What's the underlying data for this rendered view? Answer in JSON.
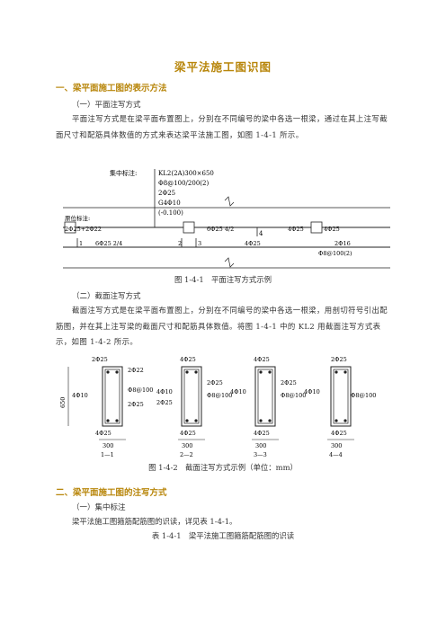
{
  "title": "梁平法施工图识图",
  "section1": {
    "heading": "一、梁平面施工图的表示方法",
    "sub1": "（一）平面注写方式",
    "para1": "平面注写方式是在梁平面布置图上，分别在不同编号的梁中各选一根梁，通过在其上注写截面尺寸和配筋具体数值的方式来表达梁平法施工图，如图 1-4-1 所示。",
    "sub2": "（二）截面注写方式",
    "para2": "截面注写方式是在梁平面布置图上，分别在不同编号的梁中各选一根梁，用剖切符号引出配筋图，并在其上注写梁的截面尺寸和配筋具体数值。将图 1-4-1 中的 KL2 用截面注写方式表示，如图 1-4-2 所示。"
  },
  "figure1": {
    "concentrated_label": "集中标注:",
    "concentrated_lines": [
      "KL2(2A)300×650",
      "Φ8@100/200(2)",
      "2Φ25",
      "G4Φ10",
      "(-0.100)"
    ],
    "original_label": "原位标注:",
    "original_top_left": "2Φ25+2Φ22",
    "mid_top": "6Φ25 4/2",
    "right_top_1": "4Φ25",
    "right_top_2": "4Φ25",
    "bottom_left": "6Φ25 2/4",
    "bottom_mid": "4Φ25",
    "right_bottom_1": "2Φ16",
    "right_bottom_2": "Φ8@100(2)",
    "cut_labels": [
      "1",
      "2",
      "3",
      "4"
    ],
    "caption": "图 1-4-1　平面注写方式示例"
  },
  "figure2": {
    "sections": [
      {
        "top": "2Φ25",
        "top_extra": "2Φ22",
        "side": "4Φ10",
        "stirrup": "Φ8@100",
        "bottom_extra": "2Φ25",
        "bottom": "4Φ25",
        "width": "300",
        "label": "1—1",
        "height": "650"
      },
      {
        "top": "4Φ25",
        "top_extra": "2Φ25",
        "side": "4Φ10",
        "stirrup": "Φ8@100",
        "bottom_extra": "2Φ25",
        "bottom": "4Φ25",
        "width": "300",
        "label": "2—2"
      },
      {
        "top": "4Φ25",
        "top_extra": "2Φ25",
        "side": "4Φ10",
        "stirrup": "Φ8@100",
        "bottom_extra": "",
        "bottom": "4Φ25",
        "width": "300",
        "label": "3—3"
      },
      {
        "top": "2Φ25",
        "top_extra": "",
        "side": "4Φ10",
        "stirrup": "Φ8@100",
        "bottom_extra": "",
        "bottom": "4Φ25",
        "width": "300",
        "label": "4—4"
      }
    ],
    "caption": "图 1-4-2　截面注写方式示例（单位：mm）"
  },
  "section2": {
    "heading": "二、梁平面施工图的注写方式",
    "sub1": "（一）集中标注",
    "line1": "梁平法施工图箍筋配筋图的识读，详见表 1-4-1。",
    "table_caption": "表 1-4-1　梁平法施工图箍筋配筋图的识读"
  }
}
